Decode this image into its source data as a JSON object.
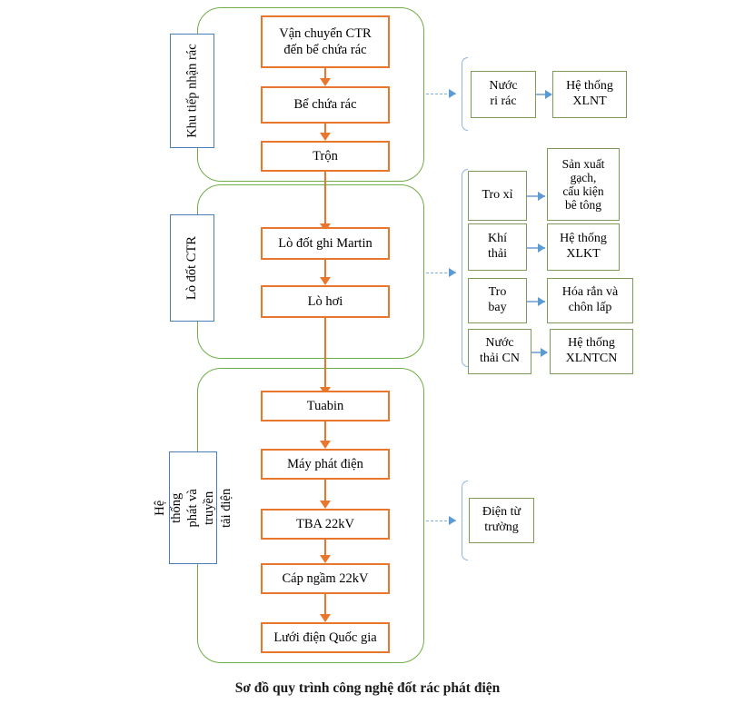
{
  "caption": "Sơ đồ quy trình công nghệ đốt rác phát điện",
  "colors": {
    "process_box_border": "#E8762C",
    "section_container_border": "#70AD47",
    "stage_label_border": "#4A7EBB",
    "output_box_border": "#7E9C57",
    "connector_blue": "#5B9BD5",
    "connector_orange": "#E8762C",
    "background": "#FFFFFF"
  },
  "sections": [
    {
      "id": "waste-reception",
      "stage_label": "Khu tiếp nhận rác",
      "process_steps": [
        {
          "label": "Vận chuyển CTR\nđến bể chứa rác"
        },
        {
          "label": "Bể chứa rác"
        },
        {
          "label": "Trộn"
        }
      ],
      "outputs": [
        {
          "source": "Nước\nri rác",
          "target": "Hệ thống\nXLNT"
        }
      ]
    },
    {
      "id": "incinerator",
      "stage_label": "Lò đốt CTR",
      "process_steps": [
        {
          "label": "Lò đốt ghi Martin"
        },
        {
          "label": "Lò hơi"
        }
      ],
      "outputs": [
        {
          "source": "Tro xỉ",
          "target": "Sản xuất\ngạch,\ncấu kiện\nbê tông"
        },
        {
          "source": "Khí\nthải",
          "target": "Hệ thống\nXLKT"
        },
        {
          "source": "Tro\nbay",
          "target": "Hóa rắn và\nchôn lấp"
        },
        {
          "source": "Nước\nthải CN",
          "target": "Hệ thống\nXLNTCN"
        }
      ]
    },
    {
      "id": "power-generation",
      "stage_label": "Hệ thống phát và truyền tải điện",
      "stage_label_line1": "Hệ thống phát và",
      "stage_label_line2": "truyền tải điện",
      "process_steps": [
        {
          "label": "Tuabin"
        },
        {
          "label": "Máy phát điện"
        },
        {
          "label": "TBA 22kV"
        },
        {
          "label": "Cáp ngầm 22kV"
        },
        {
          "label": "Lưới điện Quốc gia"
        }
      ],
      "outputs": [
        {
          "source": "Điện từ\ntrường",
          "target": ""
        }
      ]
    }
  ]
}
